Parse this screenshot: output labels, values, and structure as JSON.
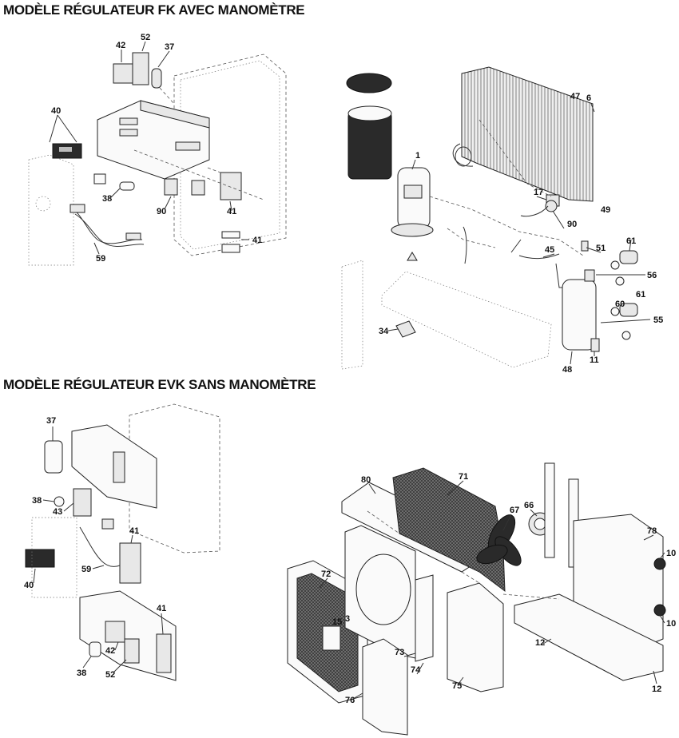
{
  "headings": {
    "fk": "MODÈLE RÉGULATEUR FK AVEC MANOMÈTRE",
    "evk": "MODÈLE RÉGULATEUR EVK SANS MANOMÈTRE"
  },
  "callouts": {
    "fk_panel": [
      "42",
      "52",
      "37",
      "40",
      "38",
      "90",
      "41",
      "41",
      "59"
    ],
    "refrigeration": [
      "47",
      "6",
      "1",
      "17",
      "49",
      "90",
      "45",
      "51",
      "61",
      "56",
      "61",
      "60",
      "55",
      "34",
      "48",
      "11"
    ],
    "evk_panel": [
      "37",
      "38",
      "43",
      "41",
      "59",
      "40",
      "41",
      "38",
      "42",
      "52"
    ],
    "casing": [
      "80",
      "71",
      "67",
      "66",
      "78",
      "10",
      "10",
      "72",
      "15",
      "3",
      "73",
      "74",
      "75",
      "76",
      "12",
      "12"
    ]
  }
}
